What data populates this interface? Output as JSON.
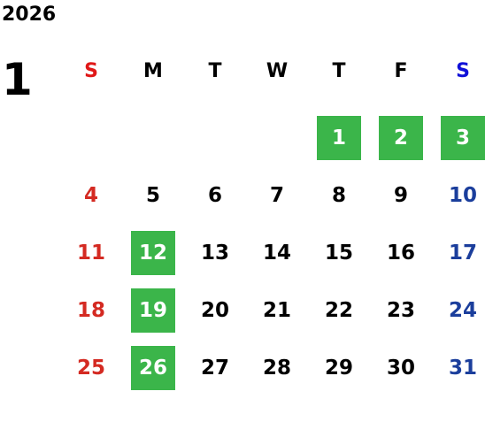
{
  "calendar": {
    "year": "2026",
    "month": "1",
    "weekdays": [
      {
        "label": "S",
        "color": "#e01818"
      },
      {
        "label": "M",
        "color": "#000000"
      },
      {
        "label": "T",
        "color": "#000000"
      },
      {
        "label": "W",
        "color": "#000000"
      },
      {
        "label": "T",
        "color": "#000000"
      },
      {
        "label": "F",
        "color": "#000000"
      },
      {
        "label": "S",
        "color": "#1010d8"
      }
    ],
    "lead_blanks": 4,
    "days": [
      {
        "d": "1",
        "hl": true
      },
      {
        "d": "2",
        "hl": true
      },
      {
        "d": "3",
        "hl": true
      },
      {
        "d": "4"
      },
      {
        "d": "5"
      },
      {
        "d": "6"
      },
      {
        "d": "7"
      },
      {
        "d": "8"
      },
      {
        "d": "9"
      },
      {
        "d": "10"
      },
      {
        "d": "11"
      },
      {
        "d": "12",
        "hl": true
      },
      {
        "d": "13"
      },
      {
        "d": "14"
      },
      {
        "d": "15"
      },
      {
        "d": "16"
      },
      {
        "d": "17"
      },
      {
        "d": "18"
      },
      {
        "d": "19",
        "hl": true
      },
      {
        "d": "20"
      },
      {
        "d": "21"
      },
      {
        "d": "22"
      },
      {
        "d": "23"
      },
      {
        "d": "24"
      },
      {
        "d": "25"
      },
      {
        "d": "26",
        "hl": true
      },
      {
        "d": "27"
      },
      {
        "d": "28"
      },
      {
        "d": "29"
      },
      {
        "d": "30"
      },
      {
        "d": "31"
      }
    ],
    "colors": {
      "sunday": "#d42a22",
      "saturday": "#1b3e9c",
      "weekday": "#000000",
      "highlight_bg": "#3bb54a",
      "highlight_text": "#ffffff"
    }
  }
}
